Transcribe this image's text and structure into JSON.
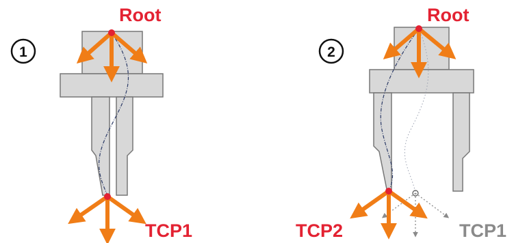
{
  "colors": {
    "accent_red": "#e32232",
    "axis_orange": "#f07d17",
    "gripper_fill": "#d8d8d8",
    "gripper_stroke": "#777777",
    "spline": "#2b3a66",
    "ghost_gray": "#8a8a8a"
  },
  "panel1": {
    "number": "1",
    "root_label": "Root",
    "tcp_label": "TCP1"
  },
  "panel2": {
    "number": "2",
    "root_label": "Root",
    "tcp_active_label": "TCP2",
    "tcp_inactive_label": "TCP1"
  }
}
